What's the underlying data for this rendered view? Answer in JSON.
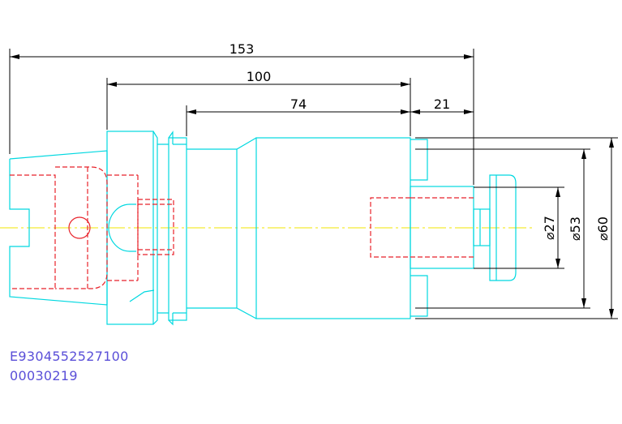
{
  "colors": {
    "outline": "#00d8e0",
    "hidden": "#e8222a",
    "centerline": "#f2e600",
    "dimension": "#000000",
    "code_text": "#5a4fd8"
  },
  "dimensions": {
    "overall_length": "153",
    "body_length": "100",
    "shank_length": "74",
    "tip_length": "21",
    "dia_27": "⌀27",
    "dia_53": "⌀53",
    "dia_60": "⌀60"
  },
  "codes": {
    "part_number": "E9304552527100",
    "serial": "00030219"
  }
}
